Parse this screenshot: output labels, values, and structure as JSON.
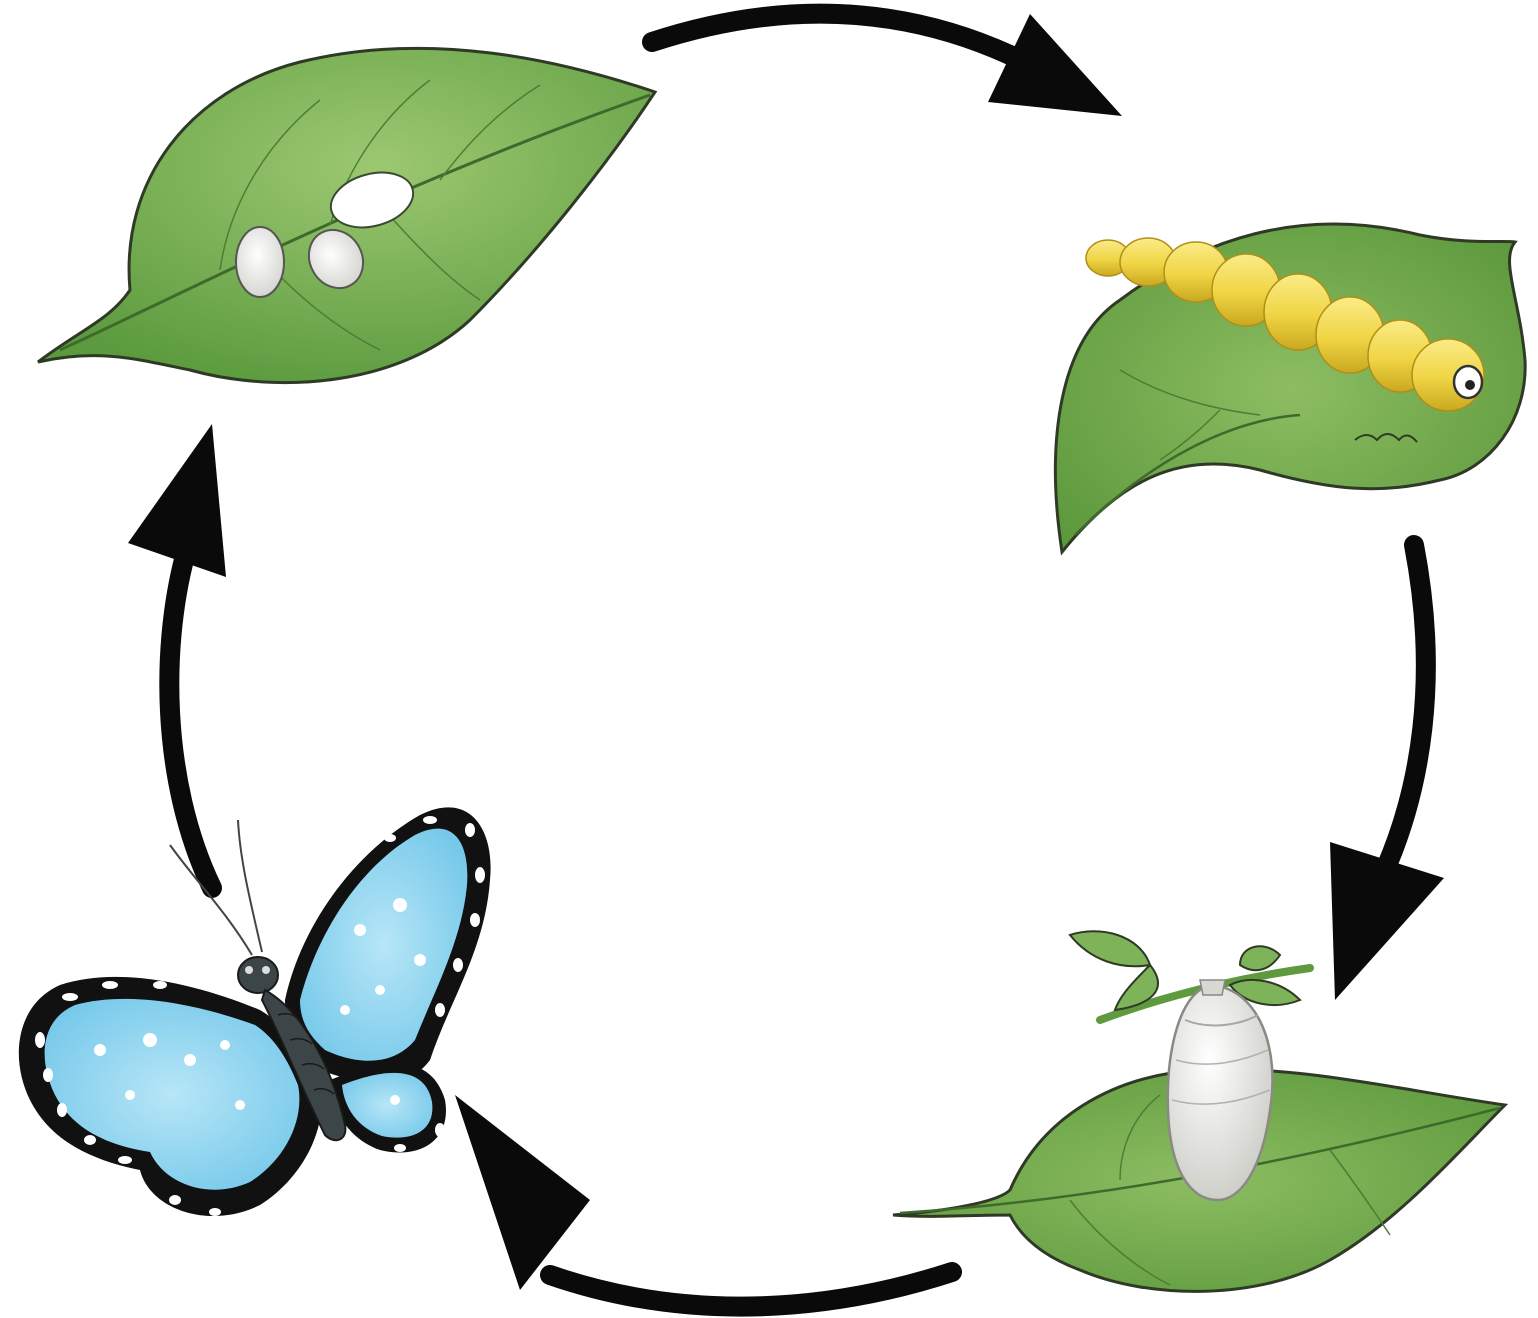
{
  "diagram": {
    "type": "life-cycle",
    "direction": "clockwise",
    "stages": [
      {
        "id": "egg",
        "icon": "leaf-with-eggs-icon"
      },
      {
        "id": "larva",
        "icon": "caterpillar-on-leaf-icon"
      },
      {
        "id": "pupa",
        "icon": "chrysalis-on-leaf-icon"
      },
      {
        "id": "adult",
        "icon": "blue-butterfly-icon"
      }
    ],
    "arrows": [
      {
        "from": "egg",
        "to": "larva"
      },
      {
        "from": "larva",
        "to": "pupa"
      },
      {
        "from": "pupa",
        "to": "adult"
      },
      {
        "from": "adult",
        "to": "egg"
      }
    ]
  },
  "colors": {
    "background": "#ffffff",
    "arrow": "#0a0a0a",
    "leaf": "#6aa548",
    "leaf_light": "#94c26b",
    "leaf_outline": "#2f3a26",
    "egg": "#eeeeea",
    "caterpillar": "#f0d84a",
    "caterpillar_shade": "#d7b628",
    "chrysalis": "#e9e9e6",
    "butterfly_wing": "#7fd0ee",
    "butterfly_wing_light": "#b8e8f8",
    "butterfly_border": "#111111",
    "butterfly_body": "#3c4648"
  }
}
